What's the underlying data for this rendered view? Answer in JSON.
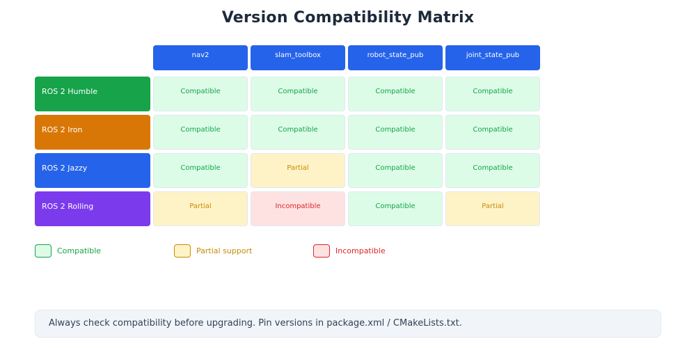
{
  "title": "Version Compatibility Matrix",
  "columns": [
    {
      "label": "nav2"
    },
    {
      "label": "slam_toolbox"
    },
    {
      "label": "robot_state_pub"
    },
    {
      "label": "joint_state_pub"
    }
  ],
  "rows": [
    {
      "label": "ROS 2 Humble",
      "color": "#16a34a",
      "cells": [
        "Compatible",
        "Compatible",
        "Compatible",
        "Compatible"
      ]
    },
    {
      "label": "ROS 2 Iron",
      "color": "#d97706",
      "cells": [
        "Compatible",
        "Compatible",
        "Compatible",
        "Compatible"
      ]
    },
    {
      "label": "ROS 2 Jazzy",
      "color": "#2563eb",
      "cells": [
        "Compatible",
        "Partial",
        "Compatible",
        "Compatible"
      ]
    },
    {
      "label": "ROS 2 Rolling",
      "color": "#7c3aed",
      "cells": [
        "Partial",
        "Incompatible",
        "Compatible",
        "Partial"
      ]
    }
  ],
  "legend": [
    {
      "label": "Compatible",
      "fill": "#dcfce7",
      "border": "#16a34a",
      "text": "#16a34a"
    },
    {
      "label": "Partial support",
      "fill": "#fef3c7",
      "border": "#ca8a04",
      "text": "#ca8a04"
    },
    {
      "label": "Incompatible",
      "fill": "#fee2e2",
      "border": "#dc2626",
      "text": "#dc2626"
    }
  ],
  "note": "Always check compatibility before upgrading. Pin versions in package.xml / CMakeLists.txt.",
  "colors": {
    "header": "#2563eb",
    "title": "#1e293b"
  }
}
